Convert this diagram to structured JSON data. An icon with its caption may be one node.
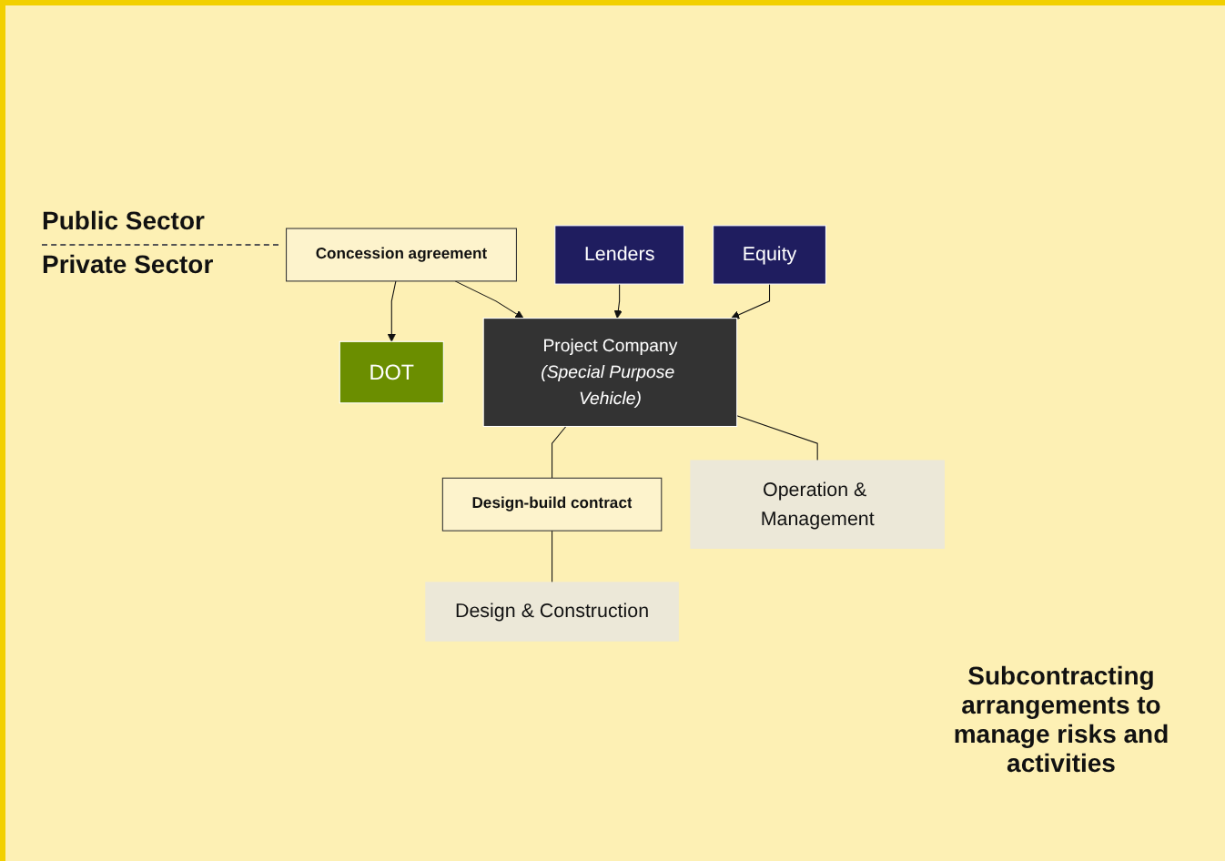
{
  "diagram": {
    "nodes": [
      {
        "text": [
          "DOT"
        ]
      },
      {
        "text": [
          "Concession agreement"
        ]
      },
      {
        "text": [
          "Lenders"
        ]
      },
      {
        "text": [
          "Project Company",
          "(Special Purpose Vehicle)"
        ]
      },
      {
        "text": [
          "Equity"
        ]
      },
      {
        "text": [
          "Design-build contract"
        ]
      },
      {
        "text": [
          "Design & Construction"
        ]
      },
      {
        "text": [
          "Operation & Management"
        ]
      }
    ],
    "edges": [
      {
        "from": 1,
        "to": 0,
        "arrow": "to"
      },
      {
        "from": 1,
        "to": 3,
        "arrow": "to"
      },
      {
        "from": 2,
        "to": 3,
        "arrow": "to"
      },
      {
        "from": 4,
        "to": 3,
        "arrow": "to"
      },
      {
        "from": 3,
        "to": 5,
        "arrow": "none"
      },
      {
        "from": 5,
        "to": 6,
        "arrow": "none"
      },
      {
        "from": 3,
        "to": 7,
        "arrow": "none"
      }
    ],
    "labels": [
      "Public Sector",
      "Private Sector",
      "Subcontracting arrangements to manage risks and activities"
    ]
  }
}
